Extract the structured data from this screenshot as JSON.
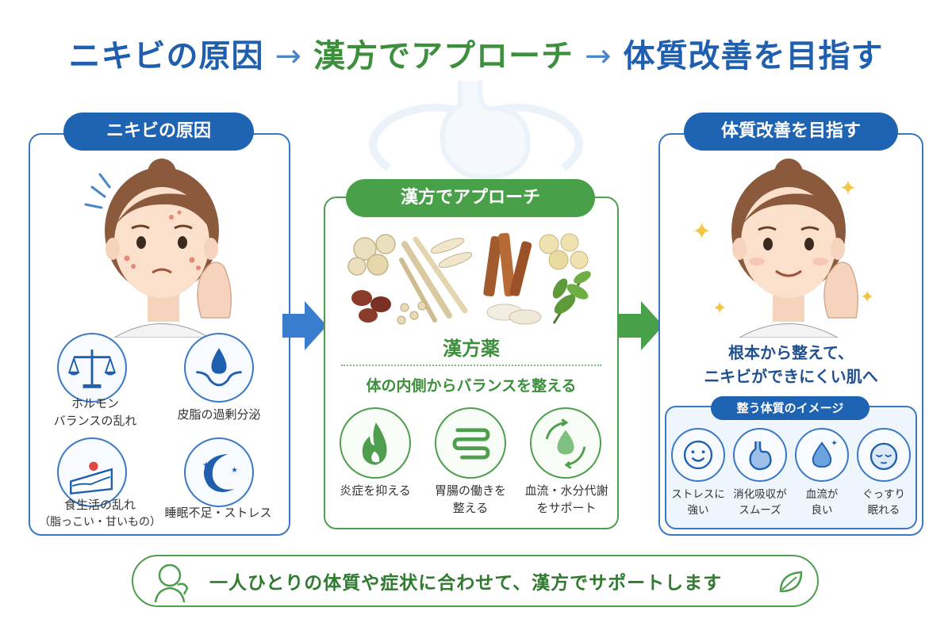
{
  "header": {
    "part1": "ニキビの原因",
    "arrow": "→",
    "part2": "漢方でアプローチ",
    "part3": "体質改善を目指す"
  },
  "left_panel": {
    "title": "ニキビの原因",
    "causes": [
      {
        "icon": "balance-scale-icon",
        "label_line1": "ホルモン",
        "label_line2": "バランスの乱れ"
      },
      {
        "icon": "skin-oil-drop-icon",
        "label_line1": "皮脂の過剰分泌",
        "label_line2": ""
      },
      {
        "icon": "cake-icon",
        "label_line1": "食生活の乱れ",
        "label_line2": "（脂っこい・甘いもの）"
      },
      {
        "icon": "moon-stars-icon",
        "label_line1": "睡眠不足・ストレス",
        "label_line2": ""
      }
    ]
  },
  "middle_panel": {
    "title": "漢方でアプローチ",
    "herbs_label": "漢方薬",
    "subtitle": "体の内側からバランスを整える",
    "effects": [
      {
        "icon": "flame-icon",
        "label_line1": "炎症を抑える",
        "label_line2": ""
      },
      {
        "icon": "intestine-icon",
        "label_line1": "胃腸の働きを",
        "label_line2": "整える"
      },
      {
        "icon": "circulation-drop-icon",
        "label_line1": "血流・水分代謝",
        "label_line2": "をサポート"
      }
    ]
  },
  "right_panel": {
    "title": "体質改善を目指す",
    "message_line1": "根本から整えて、",
    "message_line2": "ニキビができにくい肌へ",
    "sub_title": "整う体質のイメージ",
    "images": [
      {
        "icon": "smile-face-icon",
        "label_line1": "ストレスに",
        "label_line2": "強い"
      },
      {
        "icon": "stomach-icon",
        "label_line1": "消化吸収が",
        "label_line2": "スムーズ"
      },
      {
        "icon": "blood-drop-icon",
        "label_line1": "血流が",
        "label_line2": "良い"
      },
      {
        "icon": "sleeping-face-icon",
        "label_line1": "ぐっすり",
        "label_line2": "眠れる"
      }
    ]
  },
  "footer": {
    "message": "一人ひとりの体質や症状に合わせて、漢方でサポートします"
  },
  "colors": {
    "blue": "#1f63b3",
    "green": "#48a048",
    "accent_yellow": "#f2c744"
  }
}
